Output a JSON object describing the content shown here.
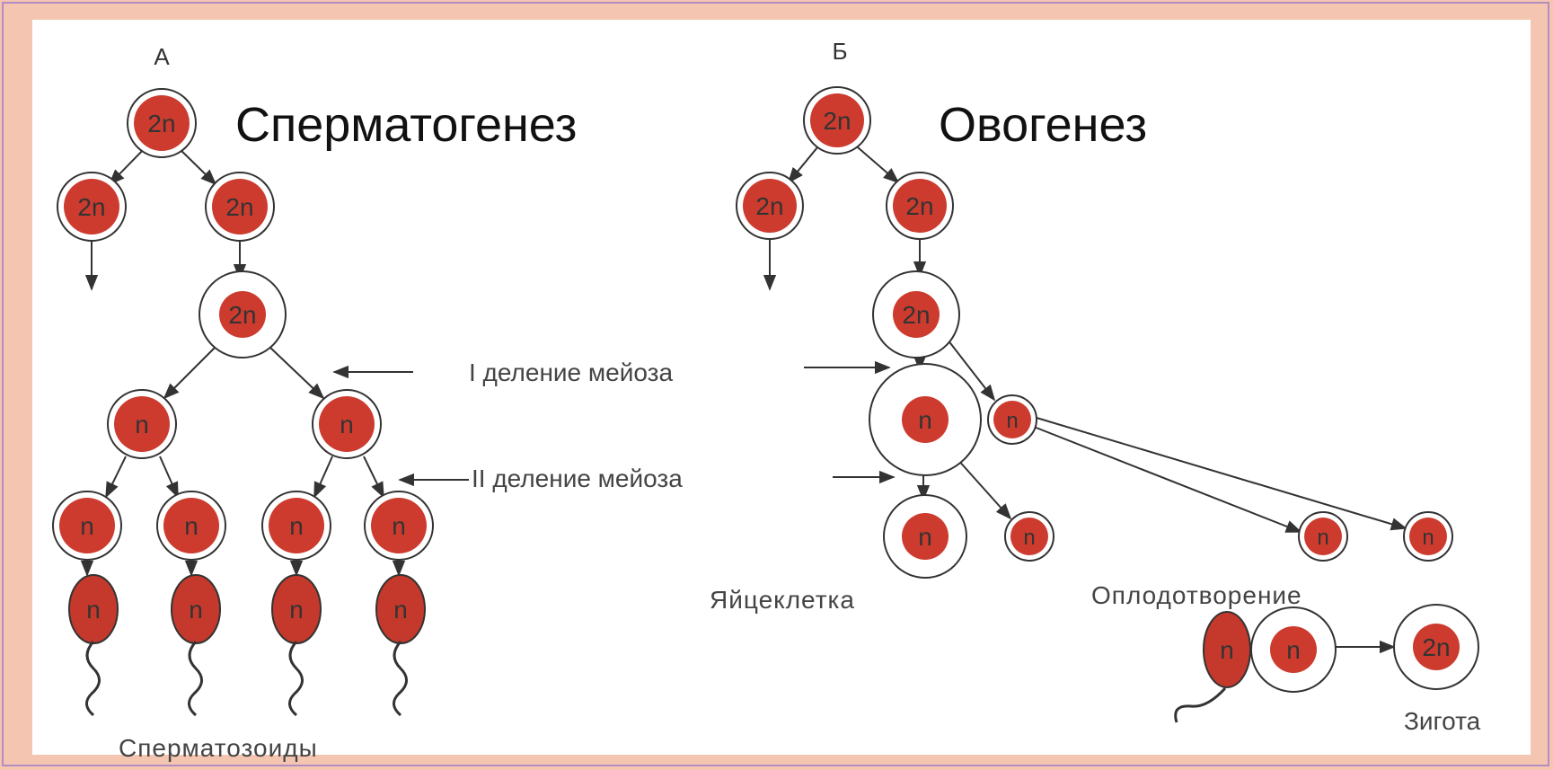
{
  "panel_a": {
    "letter": "А",
    "title": "Сперматогенез",
    "caption": "Сперматозоиды"
  },
  "panel_b": {
    "letter": "Б",
    "title": "Овогенез",
    "egg_label": "Яйцеклетка",
    "fertilization_label": "Оплодотворение",
    "zygote_label": "Зигота"
  },
  "meiosis": {
    "first_division": "I деление мейоза",
    "second_division": "II деление мейоза"
  },
  "ploidy": {
    "diploid": "2n",
    "haploid": "n"
  },
  "colors": {
    "nucleus": "#cc3b2e",
    "nucleus_dark": "#b02a20",
    "sperm": "#c4392c",
    "line": "#333333",
    "background": "#f4c6b1",
    "panel": "#ffffff",
    "border": "#b48cc2"
  }
}
